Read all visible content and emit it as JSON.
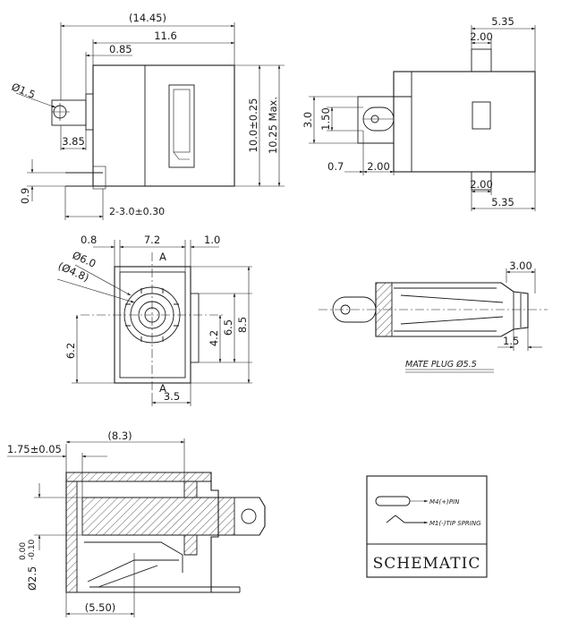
{
  "top_view": {
    "dim_overall": "(14.45)",
    "dim_body": "11.6",
    "dim_flange": "0.85",
    "dim_hole": "Ø1.5",
    "dim_pin_offset": "3.85",
    "dim_height": "10.0±0.25",
    "dim_height_max": "10.25 Max.",
    "dim_pin_thick": "0.9",
    "dim_pin_pitch": "2-3.0±0.30"
  },
  "side_view": {
    "dim_top_total": "5.35",
    "dim_top_inner": "2.00",
    "dim_bottom_inner": "2.00",
    "dim_bottom_total": "5.35",
    "dim_hole_h": "3.0",
    "dim_hole_d": "1.50",
    "dim_tab": "0.7",
    "dim_tab_len": "2.00"
  },
  "front_view": {
    "dim_left": "0.8",
    "dim_width": "7.2",
    "dim_right": "1.0",
    "dim_outer_dia": "Ø6.0",
    "dim_inner_dia": "(Ø4.8)",
    "section_top": "A",
    "section_bottom": "A",
    "dim_6_2": "6.2",
    "dim_4_2": "4.2",
    "dim_6_5": "6.5",
    "dim_8_5": "8.5",
    "dim_3_5": "3.5"
  },
  "plug_view": {
    "dim_tip": "3.00",
    "dim_step": "1.5",
    "label": "MATE PLUG Ø5.5"
  },
  "section_view": {
    "dim_depth": "(8.3)",
    "dim_front": "1.75±0.05",
    "dim_pin_dia": "Ø2.5",
    "tol_upper": "0.00",
    "tol_lower": "-0.10",
    "dim_bottom": "(5.50)"
  },
  "schematic": {
    "pin1": "M4(+)PIN",
    "pin2": "M1(-)TIP SPRING",
    "title": "SCHEMATIC"
  }
}
